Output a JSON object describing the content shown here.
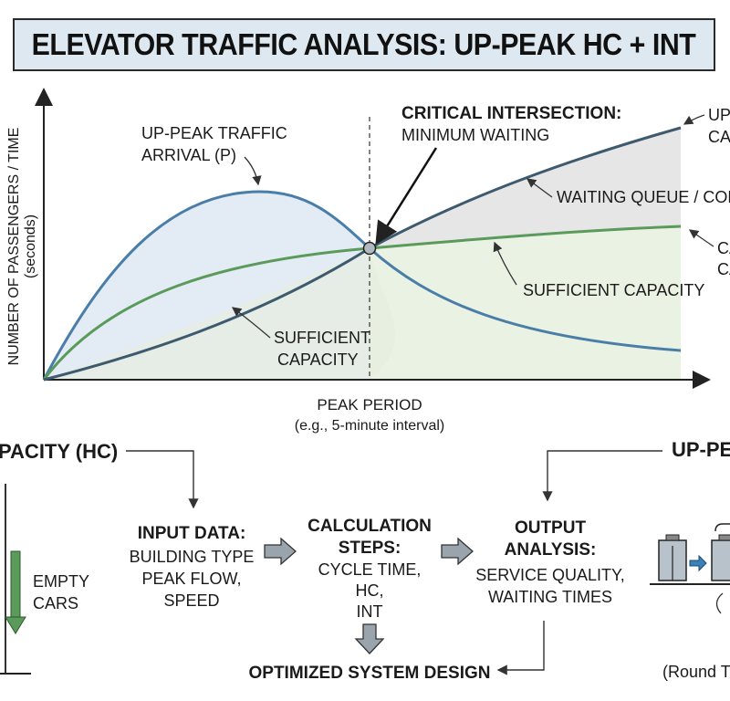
{
  "title": "ELEVATOR TRAFFIC ANALYSIS: UP-PEAK HC + INT",
  "chart": {
    "y_axis_label_1": "NUMBER OF PASSENGERS / TIME",
    "y_axis_label_2": "(seconds)",
    "x_axis_label_1": "PEAK PERIOD",
    "x_axis_label_2": "(e.g., 5-minute interval)",
    "arrival_label_1": "UP-PEAK TRAFFIC",
    "arrival_label_2": "ARRIVAL (P)",
    "critical_label_1": "CRITICAL INTERSECTION:",
    "critical_label_2": "MINIMUM WAITING",
    "queue_label": "WAITING QUEUE / CON",
    "sufficient_right": "SUFFICIENT CAPACITY",
    "sufficient_left_1": "SUFFICIENT",
    "sufficient_left_2": "CAPACITY",
    "right_edge_1a": "UP",
    "right_edge_1b": "CA",
    "right_edge_2a": "CA",
    "right_edge_2b": "CA"
  },
  "flow": {
    "hc_heading": "PACITY (HC)",
    "up_peak_heading": "UP-PE",
    "empty_cars_1": "EMPTY",
    "empty_cars_2": "CARS",
    "input_title": "INPUT DATA:",
    "input_body_1": "BUILDING TYPE",
    "input_body_2": "PEAK FLOW,",
    "input_body_3": "SPEED",
    "calc_title_1": "CALCULATION",
    "calc_title_2": "STEPS:",
    "calc_body_1": "CYCLE TIME,",
    "calc_body_2": "HC,",
    "calc_body_3": "INT",
    "output_title_1": "OUTPUT",
    "output_title_2": "ANALYSIS:",
    "output_body_1": "SERVICE QUALITY,",
    "output_body_2": "WAITING TIMES",
    "optimized": "OPTIMIZED SYSTEM DESIGN",
    "round_trip": "(Round T"
  },
  "colors": {
    "arrival_line": "#4a7ea8",
    "capacity_line": "#5a9a5a",
    "demand_line": "#3d5a6e",
    "title_bg": "#dde8f0",
    "arrow_fill": "#9aa4ac"
  }
}
